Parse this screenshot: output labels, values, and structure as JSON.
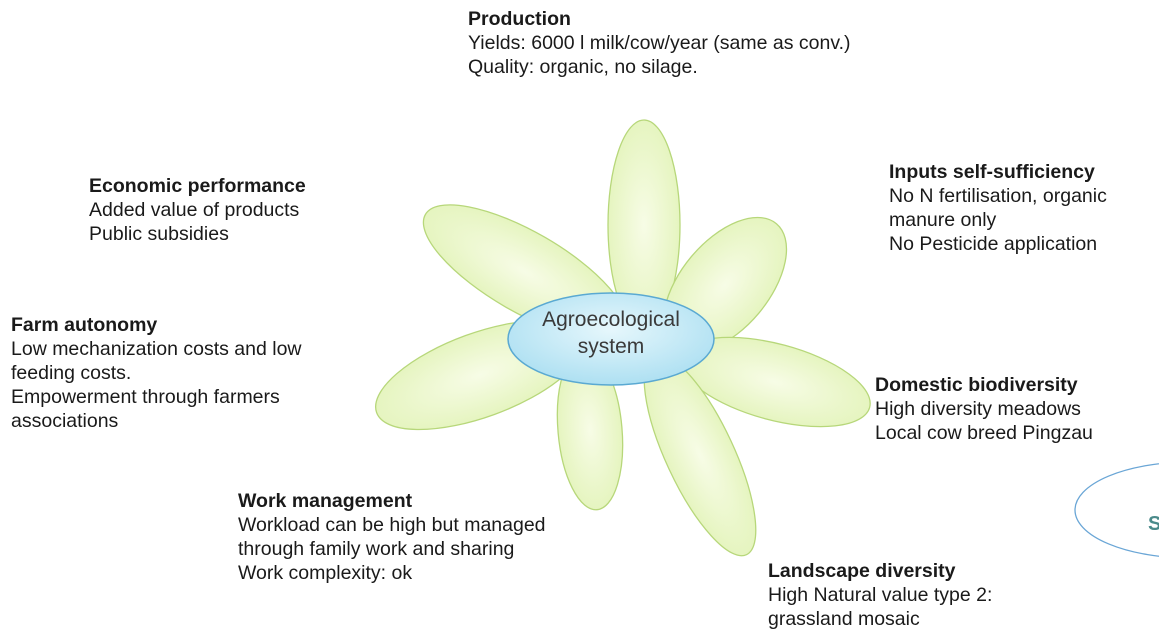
{
  "center": {
    "lines": [
      "Agroecological",
      "system"
    ]
  },
  "corner_fragment": "S",
  "blocks": {
    "production": {
      "title": "Production",
      "lines": [
        "Yields: 6000 l milk/cow/year (same as conv.)",
        "Quality: organic, no silage."
      ]
    },
    "inputs": {
      "title": "Inputs self-sufficiency",
      "lines": [
        "No N fertilisation, organic",
        "manure only",
        "No Pesticide application"
      ]
    },
    "economic": {
      "title": "Economic performance",
      "lines": [
        "Added value of products",
        "Public subsidies"
      ]
    },
    "autonomy": {
      "title": "Farm autonomy",
      "lines": [
        "Low mechanization costs and low",
        "feeding costs.",
        "Empowerment through farmers",
        "associations"
      ]
    },
    "biodiversity": {
      "title": "Domestic biodiversity",
      "lines": [
        "High diversity meadows",
        "Local cow breed Pingzau"
      ]
    },
    "work": {
      "title": "Work management",
      "lines": [
        "Workload can be high but managed",
        "through family work and sharing",
        "Work complexity: ok"
      ]
    },
    "landscape": {
      "title": "Landscape diversity",
      "lines": [
        "High Natural value type 2:",
        "grassland mosaic"
      ]
    }
  },
  "colors": {
    "petal_fill": "#eef8d2",
    "petal_stroke": "#b7d77a",
    "center_fill": "#bfe8f5",
    "center_stroke": "#5aa9d2"
  }
}
